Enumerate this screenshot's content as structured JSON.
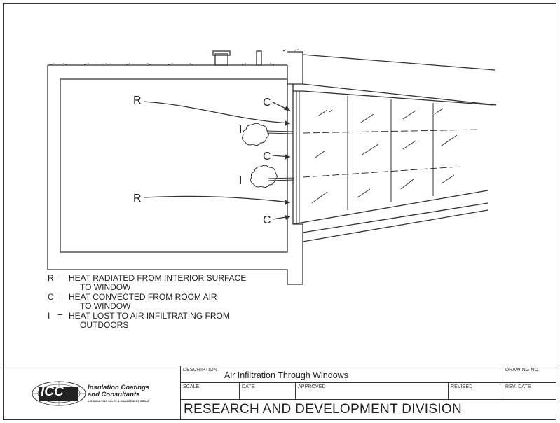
{
  "labels": {
    "r_top": "R",
    "c_top": "C",
    "i_top": "I",
    "c_mid": "C",
    "i_mid": "I",
    "r_bottom": "R",
    "c_bottom": "C"
  },
  "legend": [
    {
      "key": "R",
      "eq": "=",
      "text_line1": "HEAT RADIATED FROM INTERIOR SURFACE",
      "text_line2": "TO WINDOW"
    },
    {
      "key": "C",
      "eq": "=",
      "text_line1": "HEAT CONVECTED FROM ROOM AIR",
      "text_line2": "TO WINDOW"
    },
    {
      "key": "I",
      "eq": "=",
      "text_line1": "HEAT LOST TO AIR INFILTRATING FROM",
      "text_line2": "OUTDOORS"
    }
  ],
  "title_block": {
    "description_label": "DESCRIPTION",
    "description_value": "Air Infiltration Through Windows",
    "drawing_no_label": "DRAWING NO.",
    "scale_label": "SCALE",
    "date_label": "DATE",
    "approved_label": "APPROVED",
    "revised_label": "REVISED",
    "rev_date_label": "REV. DATE",
    "division": "RESEARCH AND DEVELOPMENT DIVISION"
  },
  "logo": {
    "mark": "ICC",
    "name_line1": "Insulation Coatings",
    "name_line2": "and Consultants",
    "tagline": "A CONSULTING SALES & MANAGEMENT GROUP"
  },
  "colors": {
    "ink": "#222222",
    "paper": "#ffffff"
  }
}
